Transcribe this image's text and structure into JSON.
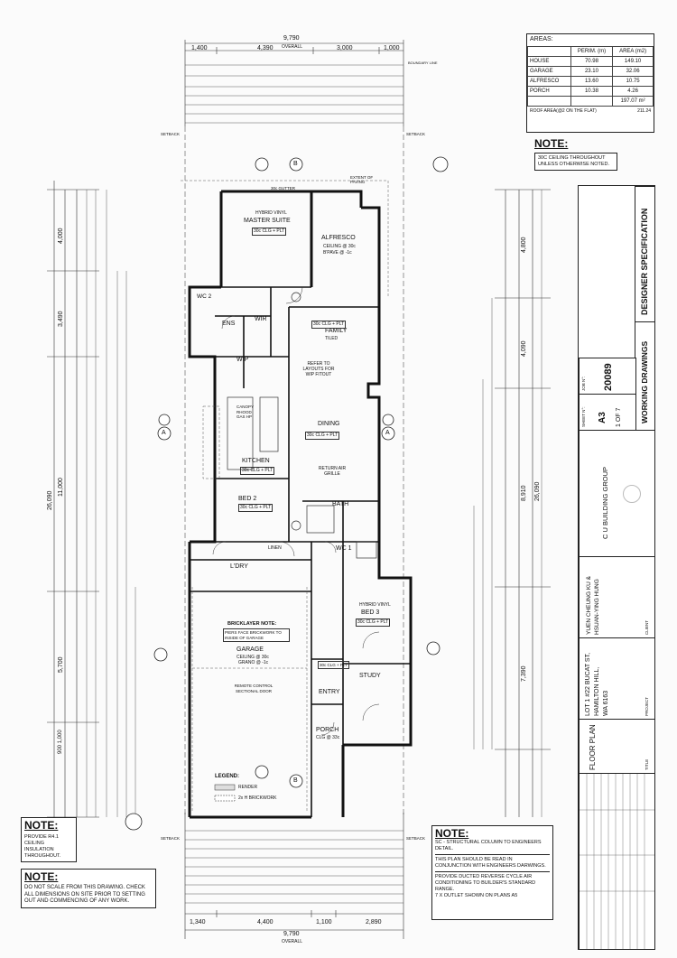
{
  "areas": {
    "title": "AREAS:",
    "headers": [
      "",
      "PERIM. (m)",
      "AREA (m2)"
    ],
    "rows": [
      [
        "HOUSE",
        "70.98",
        "149.10"
      ],
      [
        "GARAGE",
        "23.10",
        "32.06"
      ],
      [
        "ALFRESCO",
        "13.60",
        "10.75"
      ],
      [
        "PORCH",
        "10.38",
        "4.26"
      ],
      [
        "",
        "",
        "197.07 m²"
      ]
    ],
    "roof_label": "ROOF AREA(@2 ON THE FLAT)",
    "roof_value": "211.24"
  },
  "note_ceiling": {
    "title": "NOTE:",
    "text": "30c CEILING THROUGHOUT UNLESS OTHERWISE NOTED."
  },
  "note_insulation": {
    "title": "NOTE:",
    "text": "PROVIDE R4.1 CEILING INSULATION THROUGHOUT."
  },
  "note_scale": {
    "title": "NOTE:",
    "text": "DO NOT SCALE FROM THIS DRAWING. CHECK ALL DIMENSIONS ON SITE PRIOR TO SETTING OUT AND COMMENCING OF ANY WORK."
  },
  "note_engineer": {
    "title": "NOTE:",
    "lines": [
      "SC - STRUCTURAL COLUMN TO ENGINEERS DETAIL.",
      "THIS PLAN SHOULD BE READ IN CONJUNCTION WITH ENGINEERS DARWINGS.",
      "PROVIDE DUCTED REVERSE CYCLE AIR CONDITIONING TO BUILDER'S STANDARD RANGE.",
      "7 X OUTLET SHOWN ON PLANS A5"
    ]
  },
  "title_block": {
    "designer_spec": "DESIGNER SPECIFICATION",
    "working_drawings": "WORKING DRAWINGS",
    "job_label": "JOB N°:",
    "job_no": "20089",
    "sheet_label": "SHEET N°:",
    "sheet_size": "A3",
    "sheet_of": "1 OF 7",
    "company": "C U BUILDING GROUP",
    "client_label": "CLIENT",
    "client": "YUEN CHEUNG KU & HSUAN-YING HUNG",
    "project_label": "PROJECT",
    "project_line1": "LOT 1 #22 BUCAT ST,",
    "project_line2": "HAMILTON HILL,",
    "project_line3": "WA 6163",
    "title_label": "TITLE",
    "title": "FLOOR PLAN"
  },
  "dimensions": {
    "overall_width": "9,790",
    "overall_label": "OVERALL",
    "top_row": [
      "1,400",
      "4,390",
      "3,000",
      "1,000"
    ],
    "bottom_row": [
      "1,340",
      "4,400",
      "1,100",
      "2,890"
    ],
    "overall_depth": "26,090",
    "left_segments": [
      "4,000",
      "3,490",
      "11,000",
      "5,700",
      "900 1,000"
    ],
    "right_segments": [
      "4,800",
      "4,090",
      "8,910",
      "7,390"
    ],
    "setback": "SETBACK",
    "boundary": "BOUNDARY LINE"
  },
  "rooms": {
    "master": "MASTER SUITE",
    "master_sub": "HYBRID VINYL",
    "master_ceil": "30c CLG + PLT",
    "alfresco": "ALFRESCO",
    "alfresco_ceil": "CEILING @ 30c",
    "alfresco_pave": "B'PAVE @ -1c",
    "wc2": "WC 2",
    "ens": "ENS",
    "wir": "WIR",
    "wip": "WIP",
    "family": "FAMILY",
    "family_ceil": "30c CLG + PLT",
    "family_floor": "TILED",
    "kitchen": "KITCHEN",
    "kitchen_ceil": "30c CLG + PLT",
    "dining": "DINING",
    "dining_ceil": "30c CLG + PLT",
    "bed2": "BED 2",
    "bed2_ceil": "30c CLG + PLT",
    "bath": "BATH",
    "ldry": "L'DRY",
    "wc1": "WC 1",
    "bed3": "BED 3",
    "bed3_ceil": "30c CLG + PLT",
    "study": "STUDY",
    "study_ceil": "30c CLG + PLT",
    "garage": "GARAGE",
    "garage_ceil": "CEILING @ 30c",
    "garage_floor": "GRANO @ -1c",
    "entry": "ENTRY",
    "porch": "PORCH",
    "porch_ceil": "CLG @ 33c",
    "bricklayer": "BRICKLAYER NOTE:",
    "bricklayer_text": "PIERS FACE BRICKWORK TO INSIDE OF GARAGE",
    "remote": "REMOTE CONTROL SECTIONAL DOOR",
    "refer": "REFER TO LAYOUTS FOR WIP FITOUT",
    "return_air": "RETURN AIR GRILLE",
    "canopy": "CANOPY RHOOD GAS HP",
    "lino": "LINEN",
    "extent": "EXTENT OF PAVING",
    "legend": "LEGEND:",
    "legend_render": "RENDER",
    "legend_brick": "2x H BRICKWORK",
    "gutter": "30c GUTTER",
    "grid_a": "A",
    "grid_b": "B"
  }
}
